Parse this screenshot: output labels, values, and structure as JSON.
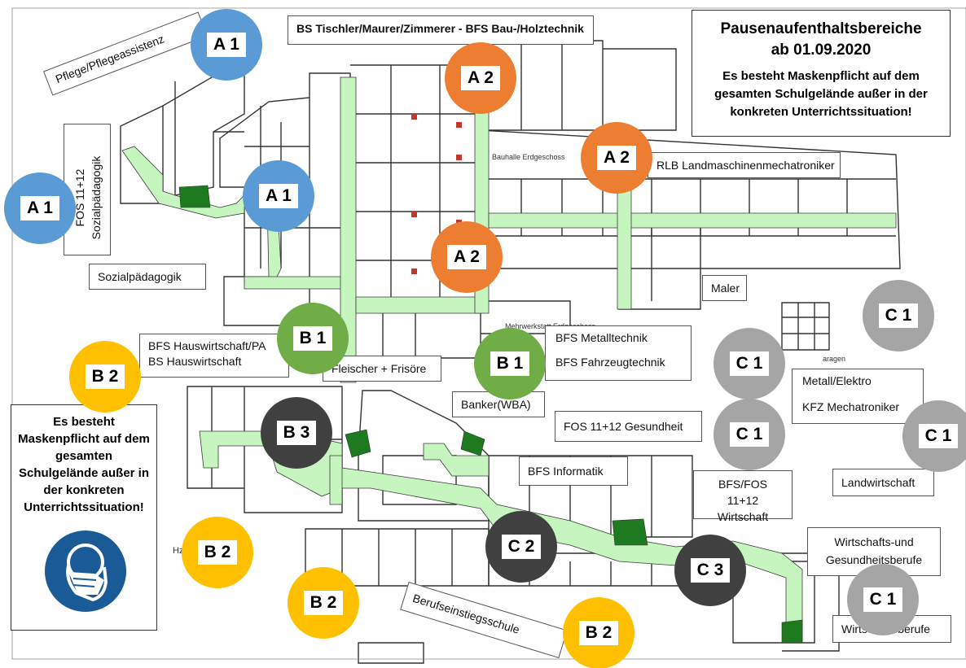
{
  "title_box": {
    "line1": "Pausenaufenthaltsbereiche",
    "line2": "ab 01.09.2020",
    "notice": "Es besteht Maskenpflicht auf dem gesamten Schulgelände außer in der konkreten Unterrichtssituation!"
  },
  "mask_box": {
    "notice": "Es besteht Maskenpflicht auf dem gesamten Schulgelände außer in der konkreten Unterrichtssituation!",
    "icon": "face-mask-icon",
    "icon_color": "#1a5a96"
  },
  "plan_labels": {
    "bauhalle": "Bauhalle Erdgeschoss",
    "hz": "Hz",
    "garagen": "aragen",
    "werkstatt": "Mehrwerkstatt Erdgeschoss"
  },
  "labels": {
    "bs_tischler": "BS Tischler/Maurer/Zimmerer - BFS Bau-/Holztechnik",
    "pflege": "Pflege/Pflegeassistenz",
    "fos_sozial_1": "FOS 11+12",
    "fos_sozial_2": "Sozialpädagogik",
    "sozialpaedagogik": "Sozialpädagogik",
    "rlb": "RLB Landmaschinenmechatroniker",
    "maler": "Maler",
    "bfs_hw_1": "BFS Hauswirtschaft/PA",
    "bfs_hw_2": "BS Hauswirtschaft",
    "fleischer": "Fleischer + Frisöre",
    "bfs_metall_1": "BFS Metalltechnik",
    "bfs_metall_2": "BFS Fahrzeugtechnik",
    "banker": "Banker(WBA)",
    "fos_gesundheit": "FOS 11+12 Gesundheit",
    "metall_elektro_1": "Metall/Elektro",
    "metall_elektro_2": "KFZ Mechatroniker",
    "bfs_informatik": "BFS Informatik",
    "bfs_fos_wirtschaft_1": "BFS/FOS 11+12",
    "bfs_fos_wirtschaft_2": "Wirtschaft",
    "landwirtschaft": "Landwirtschaft",
    "wirtschafts_gesundheit_1": "Wirtschafts-und",
    "wirtschafts_gesundheit_2": "Gesundheitsberufe",
    "berufseinstieg": "Berufseinstiegsschule",
    "wirtschaftsberufe": "Wirtschaftsberufe"
  },
  "zones": {
    "a1_top": "A 1",
    "a1_left": "A 1",
    "a1_center": "A 1",
    "a2_top": "A 2",
    "a2_right": "A 2",
    "a2_mid": "A 2",
    "b1_left": "B 1",
    "b1_right": "B 1",
    "b2_left": "B 2",
    "b2_lower_left": "B 2",
    "b2_bottom": "B 2",
    "b2_bottom_right": "B 2",
    "b3": "B 3",
    "c1_a": "C 1",
    "c1_b": "C 1",
    "c1_c": "C 1",
    "c1_d": "C 1",
    "c1_e": "C 1",
    "c2": "C 2",
    "c3": "C 3"
  },
  "colors": {
    "zone_a1": "#5b9bd5",
    "zone_a2": "#ed7d31",
    "zone_b1": "#70ad47",
    "zone_b2": "#ffc000",
    "zone_b3": "#404040",
    "zone_c1": "#a5a5a5",
    "zone_c2": "#404040",
    "zone_c3": "#404040",
    "corridor": "#c6f5c0",
    "corridor_dark": "#1e7a1e",
    "wall": "#333333"
  }
}
